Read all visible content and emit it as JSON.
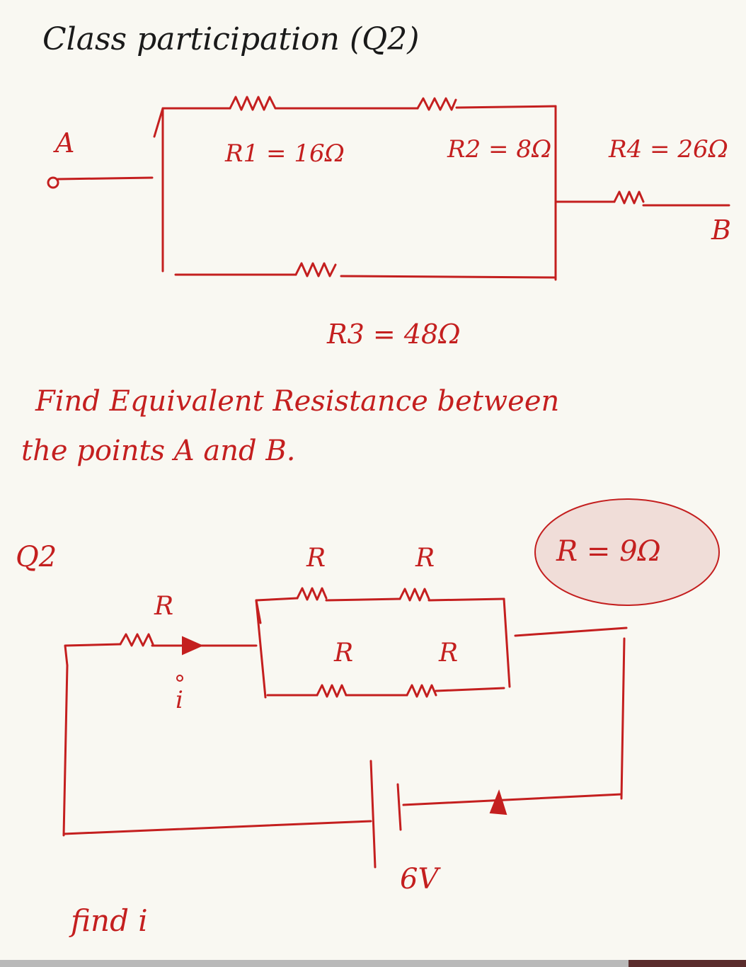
{
  "title": "Class participation (Q2)",
  "q1": {
    "point_a": "A",
    "point_b": "B",
    "r1_label": "R1 = 16Ω",
    "r2_label": "R2 = 8Ω",
    "r3_label": "R3 = 48Ω",
    "r4_label": "R4 = 26Ω",
    "question_line1": "Find Equivalent Resistance between",
    "question_line2": "the points A and B."
  },
  "q2": {
    "label": "Q2",
    "resistor_label": "R",
    "given": "R = 9Ω",
    "current_label": "i",
    "battery_label": "6V",
    "question": "find i"
  },
  "colors": {
    "ink_red": "#c41f1f",
    "ink_black": "#1a1a1a",
    "highlight_fill": "#f0ddd8",
    "paper": "#f9f8f2"
  }
}
